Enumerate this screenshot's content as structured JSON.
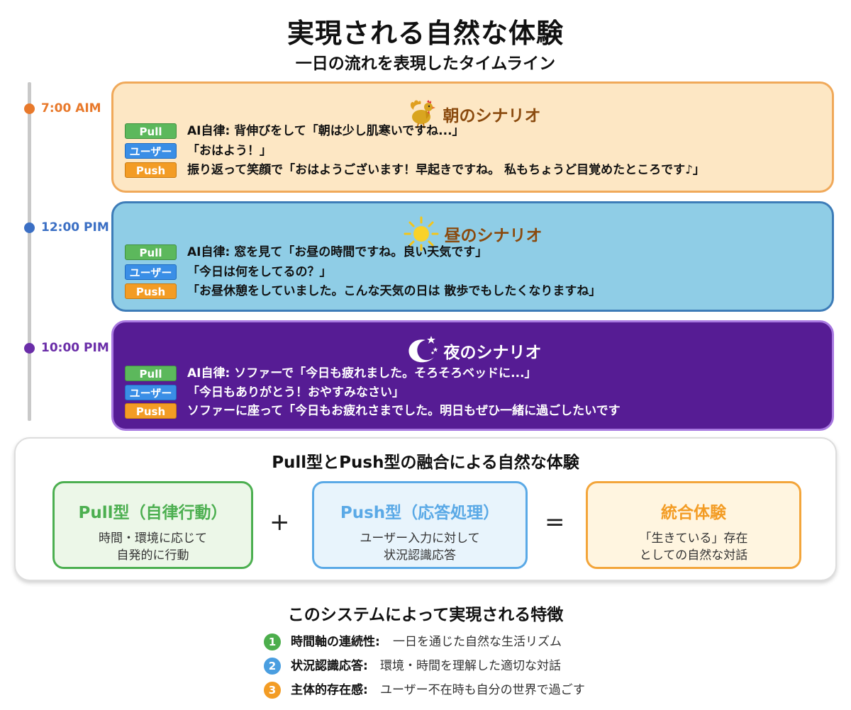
{
  "title": "実現される自然な体験",
  "subtitle": "一日の流れを表現したタイムライン",
  "timeline": [
    {
      "time": "7:00 AIM",
      "color": "#e8792b"
    },
    {
      "time": "12:00 PIM",
      "color": "#3b6fc4"
    },
    {
      "time": "10:00 PIM",
      "color": "#6a2da8"
    }
  ],
  "tags": {
    "pull": "Pull",
    "user": "ユーザー",
    "push": "Push"
  },
  "scenarios": [
    {
      "icon": "rooster-icon",
      "title": "朝のシナリオ",
      "lines": [
        "AI自律: 背伸びをして「朝は少し肌寒いですね...」",
        "「おはよう！」",
        "振り返って笑顔で「おはようございます！早起きですね。 私もちょうど目覚めたところです♪」"
      ]
    },
    {
      "icon": "sun-icon",
      "title": "昼のシナリオ",
      "lines": [
        "AI自律: 窓を見て「お昼の時間ですね。良い天気です」",
        "「今日は何をしてるの？」",
        "「お昼休憩をしていました。こんな天気の日は 散歩でもしたくなりますね」"
      ]
    },
    {
      "icon": "moon-stars-icon",
      "title": "夜のシナリオ",
      "lines": [
        "AI自律: ソファーで「今日も疲れました。そろそろベッドに...」",
        "「今日もありがとう！おやすみなさい」",
        "ソファーに座って「今日もお疲れさまでした。明日もぜひ一緒に過ごしたいです"
      ]
    }
  ],
  "fusion": {
    "title": "Pull型とPush型の融合による自然な体験",
    "pull": {
      "title": "Pull型（自律行動）",
      "desc1": "時間・環境に応じて",
      "desc2": "自発的に行動"
    },
    "plus": "+",
    "push": {
      "title": "Push型（応答処理）",
      "desc1": "ユーザー入力に対して",
      "desc2": "状況認識応答"
    },
    "equals": "=",
    "result": {
      "title": "統合体験",
      "desc1": "「生きている」存在",
      "desc2": "としての自然な対話"
    }
  },
  "features": {
    "title": "このシステムによって実現される特徴",
    "items": [
      {
        "num": "1",
        "label": "時間軸の連続性:",
        "value": "一日を通じた自然な生活リズム",
        "color": "#4cae4c"
      },
      {
        "num": "2",
        "label": "状況認識応答:",
        "value": "環境・時間を理解した適切な対話",
        "color": "#4a9ee0"
      },
      {
        "num": "3",
        "label": "主体的存在感:",
        "value": "ユーザー不在時も自分の世界で過ごす",
        "color": "#f39c24"
      }
    ]
  }
}
